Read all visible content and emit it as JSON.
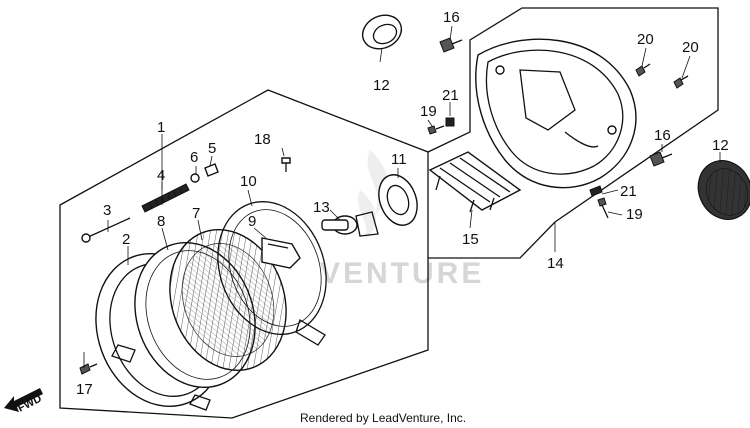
{
  "footer": {
    "text": "Rendered by LeadVenture, Inc."
  },
  "watermark": {
    "text": "VENTURE"
  },
  "direction": {
    "label": "FWD"
  },
  "callouts": {
    "c1": "1",
    "c2": "2",
    "c3": "3",
    "c4": "4",
    "c5": "5",
    "c6": "6",
    "c7": "7",
    "c8": "8",
    "c9": "9",
    "c10": "10",
    "c11": "11",
    "c12a": "12",
    "c12b": "12",
    "c13": "13",
    "c14": "14",
    "c15": "15",
    "c16a": "16",
    "c16b": "16",
    "c17": "17",
    "c18": "18",
    "c19a": "19",
    "c19b": "19",
    "c20a": "20",
    "c20b": "20",
    "c21a": "21",
    "c21b": "21"
  },
  "colors": {
    "line": "#111111",
    "background": "#ffffff",
    "watermark": "#d6d6d6"
  }
}
